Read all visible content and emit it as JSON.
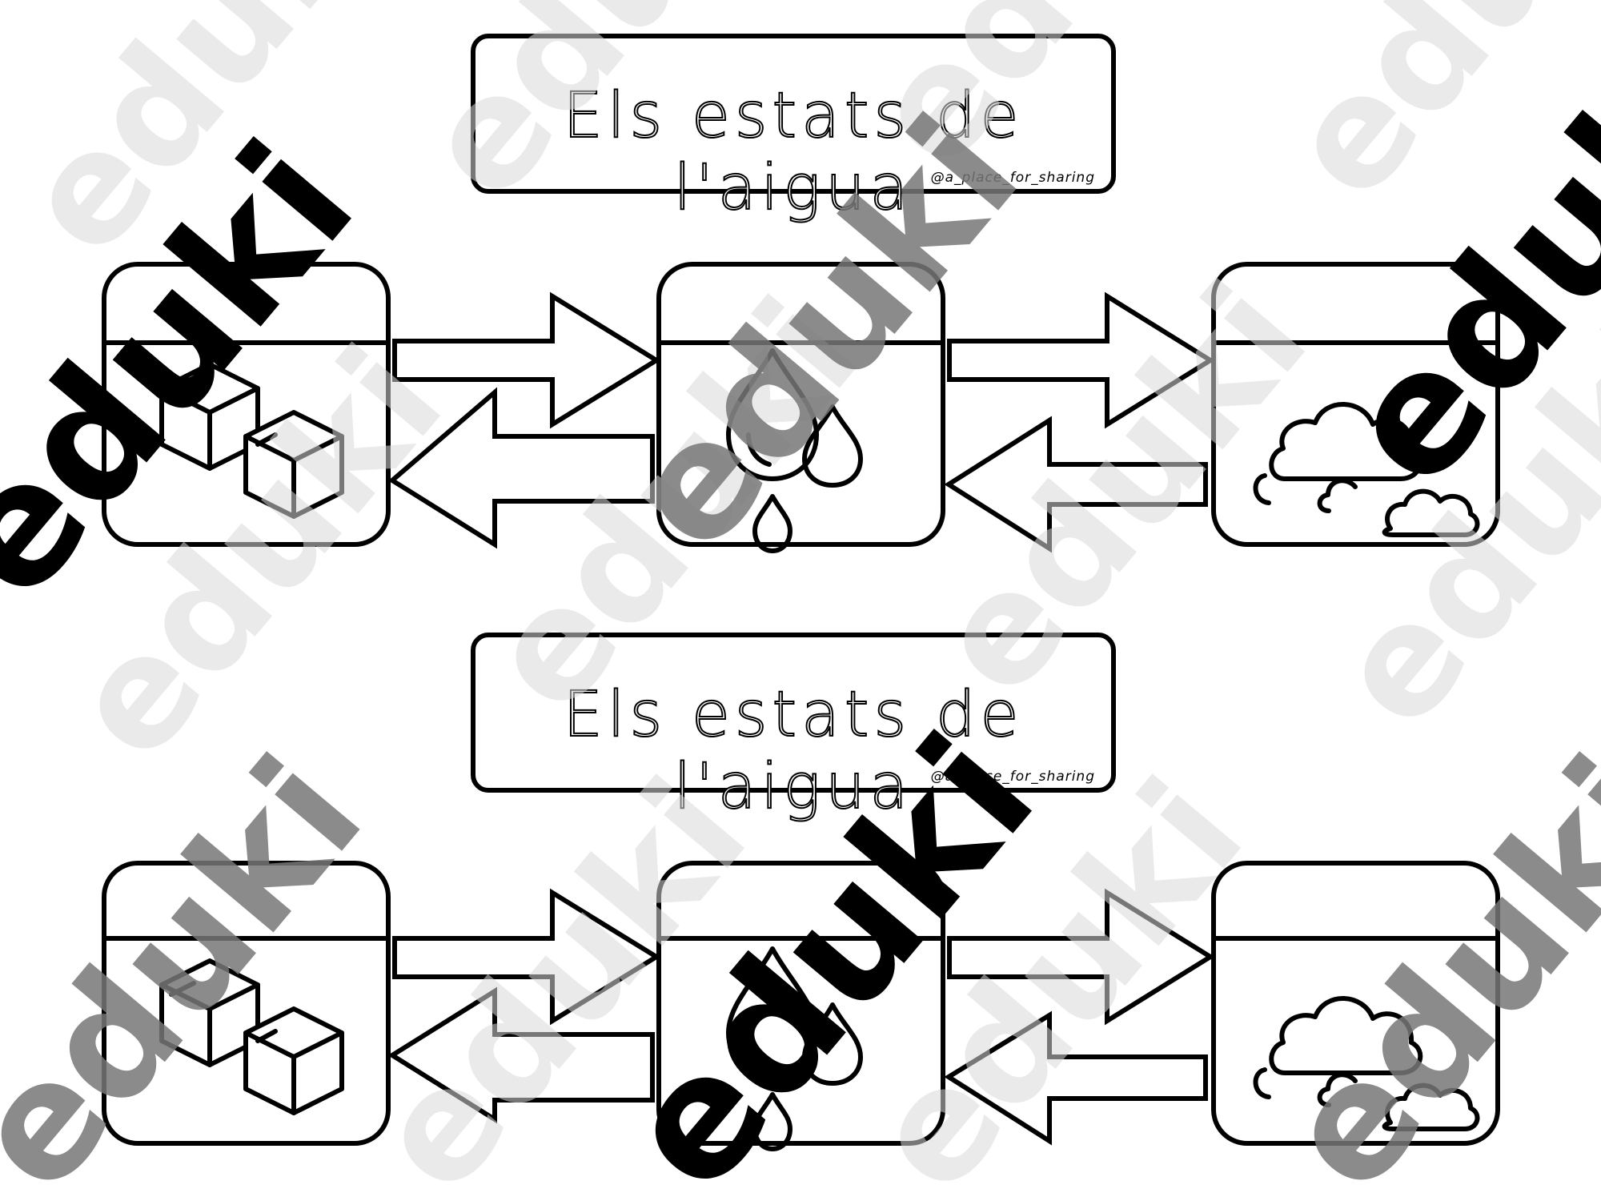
{
  "worksheets": [
    {
      "title": "Els estats de l'aigua",
      "credit": "@a_place_for_sharing",
      "states": [
        {
          "icon": "ice-cubes-icon"
        },
        {
          "icon": "water-drops-icon"
        },
        {
          "icon": "clouds-icon"
        }
      ]
    },
    {
      "title": "Els estats de l'aigua",
      "credit": "@a_place_for_sharing",
      "states": [
        {
          "icon": "ice-cubes-icon"
        },
        {
          "icon": "water-drops-icon"
        },
        {
          "icon": "clouds-icon"
        }
      ]
    }
  ],
  "watermark": {
    "text": "eduki",
    "color_light": "#d9d9d9",
    "color_mid": "#777777",
    "color_dark": "#000000"
  }
}
